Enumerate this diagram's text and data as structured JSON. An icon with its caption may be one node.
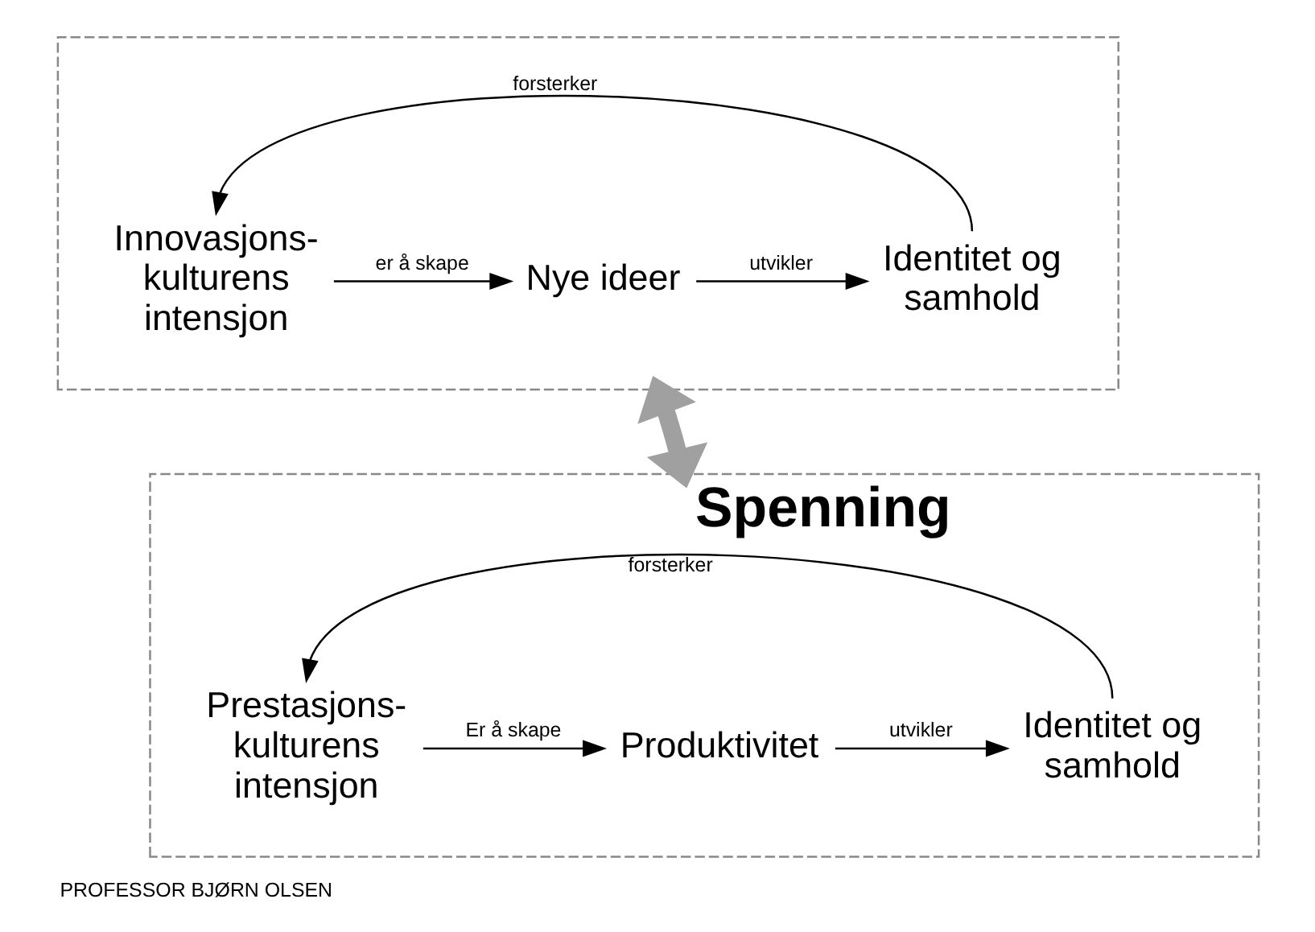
{
  "diagram": {
    "caption": "PROFESSOR BJØRN OLSEN",
    "nodes": [
      {
        "text": [],
        "shape": "box"
      },
      {
        "text": [
          "Innovasjons- kulturens intensjon"
        ],
        "in": 0
      },
      {
        "text": [
          "Nye ideer"
        ],
        "in": 0
      },
      {
        "text": [
          "Identitet og samhold"
        ],
        "in": 0
      },
      {
        "text": [],
        "shape": "box"
      },
      {
        "text": [
          "Prestasjons- kulturens intensjon"
        ],
        "in": 4
      },
      {
        "text": [
          "Produktivitet"
        ],
        "in": 4
      },
      {
        "text": [
          "Identitet og samhold"
        ],
        "in": 4
      }
    ],
    "edges": [
      {
        "from": 1,
        "to": 2,
        "arrow": "to",
        "label": "er å skape"
      },
      {
        "from": 2,
        "to": 3,
        "arrow": "to",
        "label": "utvikler"
      },
      {
        "from": 3,
        "to": 1,
        "arrow": "to",
        "label": "forsterker"
      },
      {
        "from": 0,
        "to": 4,
        "arrow": "both",
        "label": "Spenning",
        "style": "thick",
        "color": "#a0a0a0"
      },
      {
        "from": 5,
        "to": 6,
        "arrow": "to",
        "label": "Er å skape"
      },
      {
        "from": 6,
        "to": 7,
        "arrow": "to",
        "label": "utvikler"
      },
      {
        "from": 7,
        "to": 5,
        "arrow": "to",
        "label": "forsterker"
      }
    ]
  }
}
